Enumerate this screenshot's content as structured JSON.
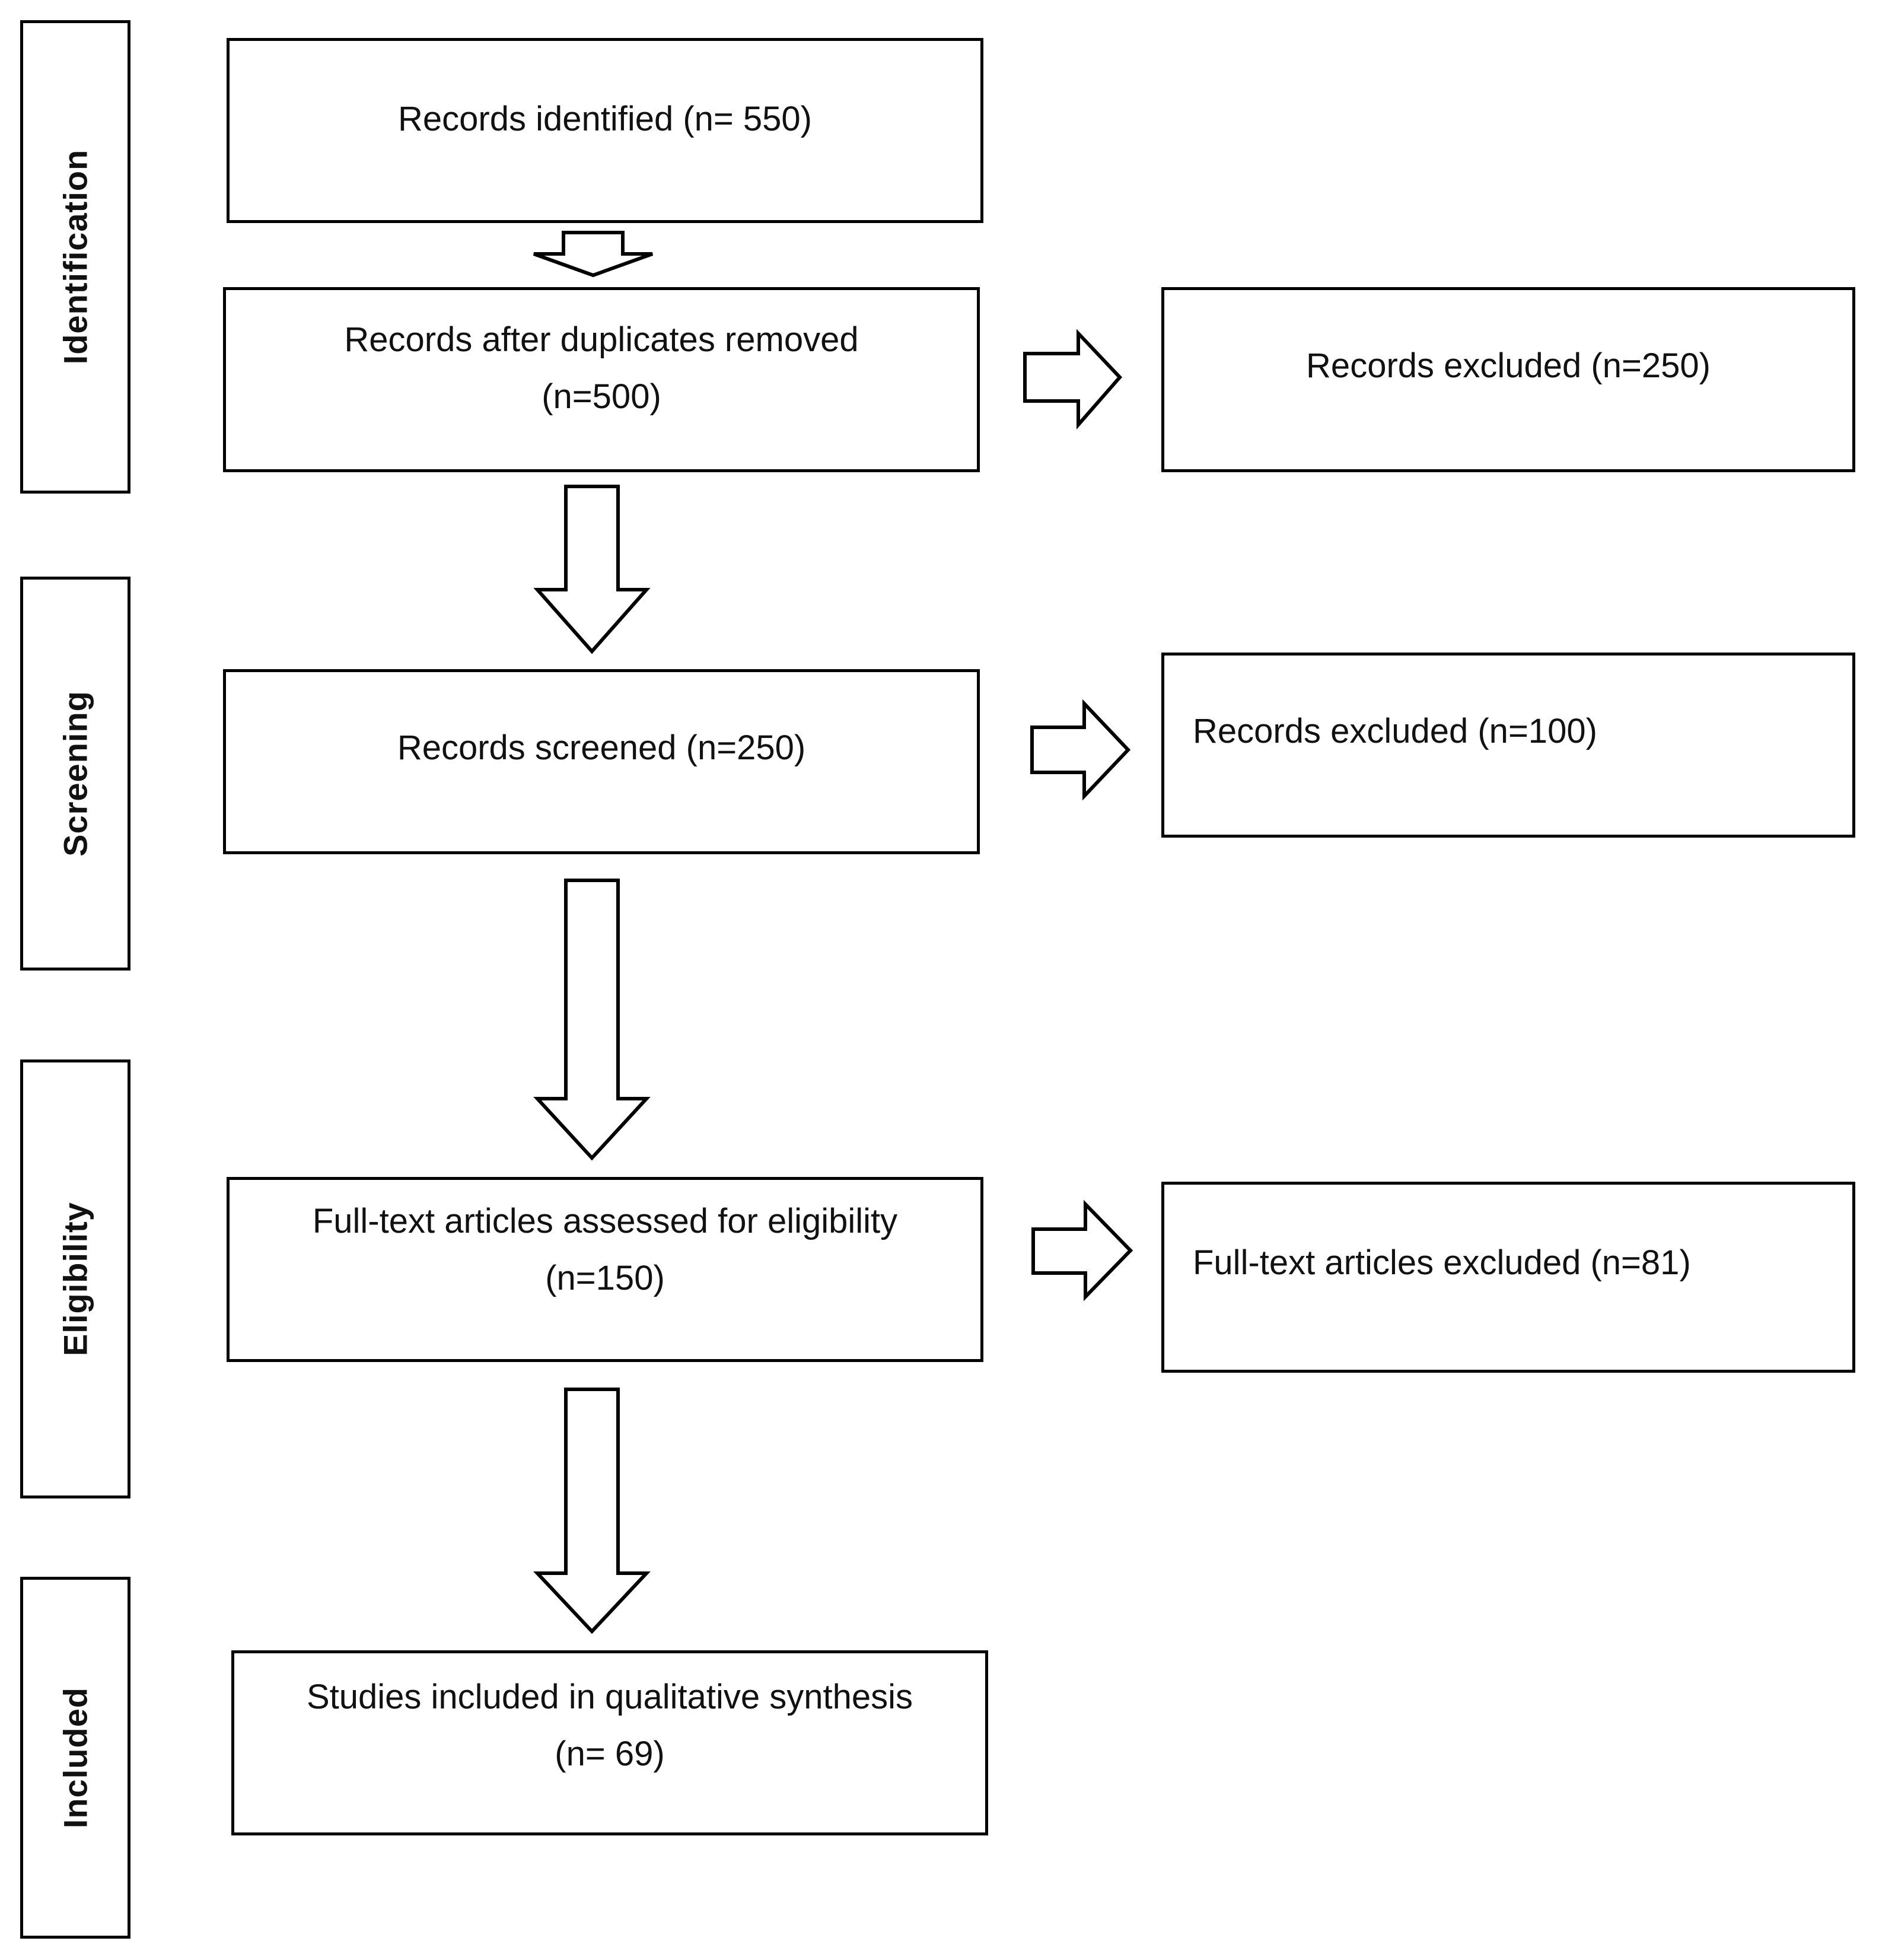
{
  "stages": [
    {
      "id": "identification",
      "label": "Identification"
    },
    {
      "id": "screening",
      "label": "Screening"
    },
    {
      "id": "eligibility",
      "label": "Eligibility"
    },
    {
      "id": "included",
      "label": "Included"
    }
  ],
  "boxes": {
    "records_identified": {
      "lines": [
        "Records identified (n= 550)"
      ]
    },
    "after_duplicates": {
      "lines": [
        "Records after duplicates removed",
        "(n=500)"
      ]
    },
    "excluded_1": {
      "lines": [
        "Records excluded (n=250)"
      ]
    },
    "screened": {
      "lines": [
        "Records screened (n=250)"
      ]
    },
    "excluded_2": {
      "lines": [
        "Records excluded (n=100)"
      ]
    },
    "fulltext_assessed": {
      "lines": [
        "Full-text articles assessed for eligibility",
        "(n=150)"
      ]
    },
    "fulltext_excluded": {
      "lines": [
        "Full-text articles excluded (n=81)"
      ]
    },
    "included": {
      "lines": [
        "Studies included in qualitative synthesis",
        "(n= 69)"
      ]
    }
  }
}
